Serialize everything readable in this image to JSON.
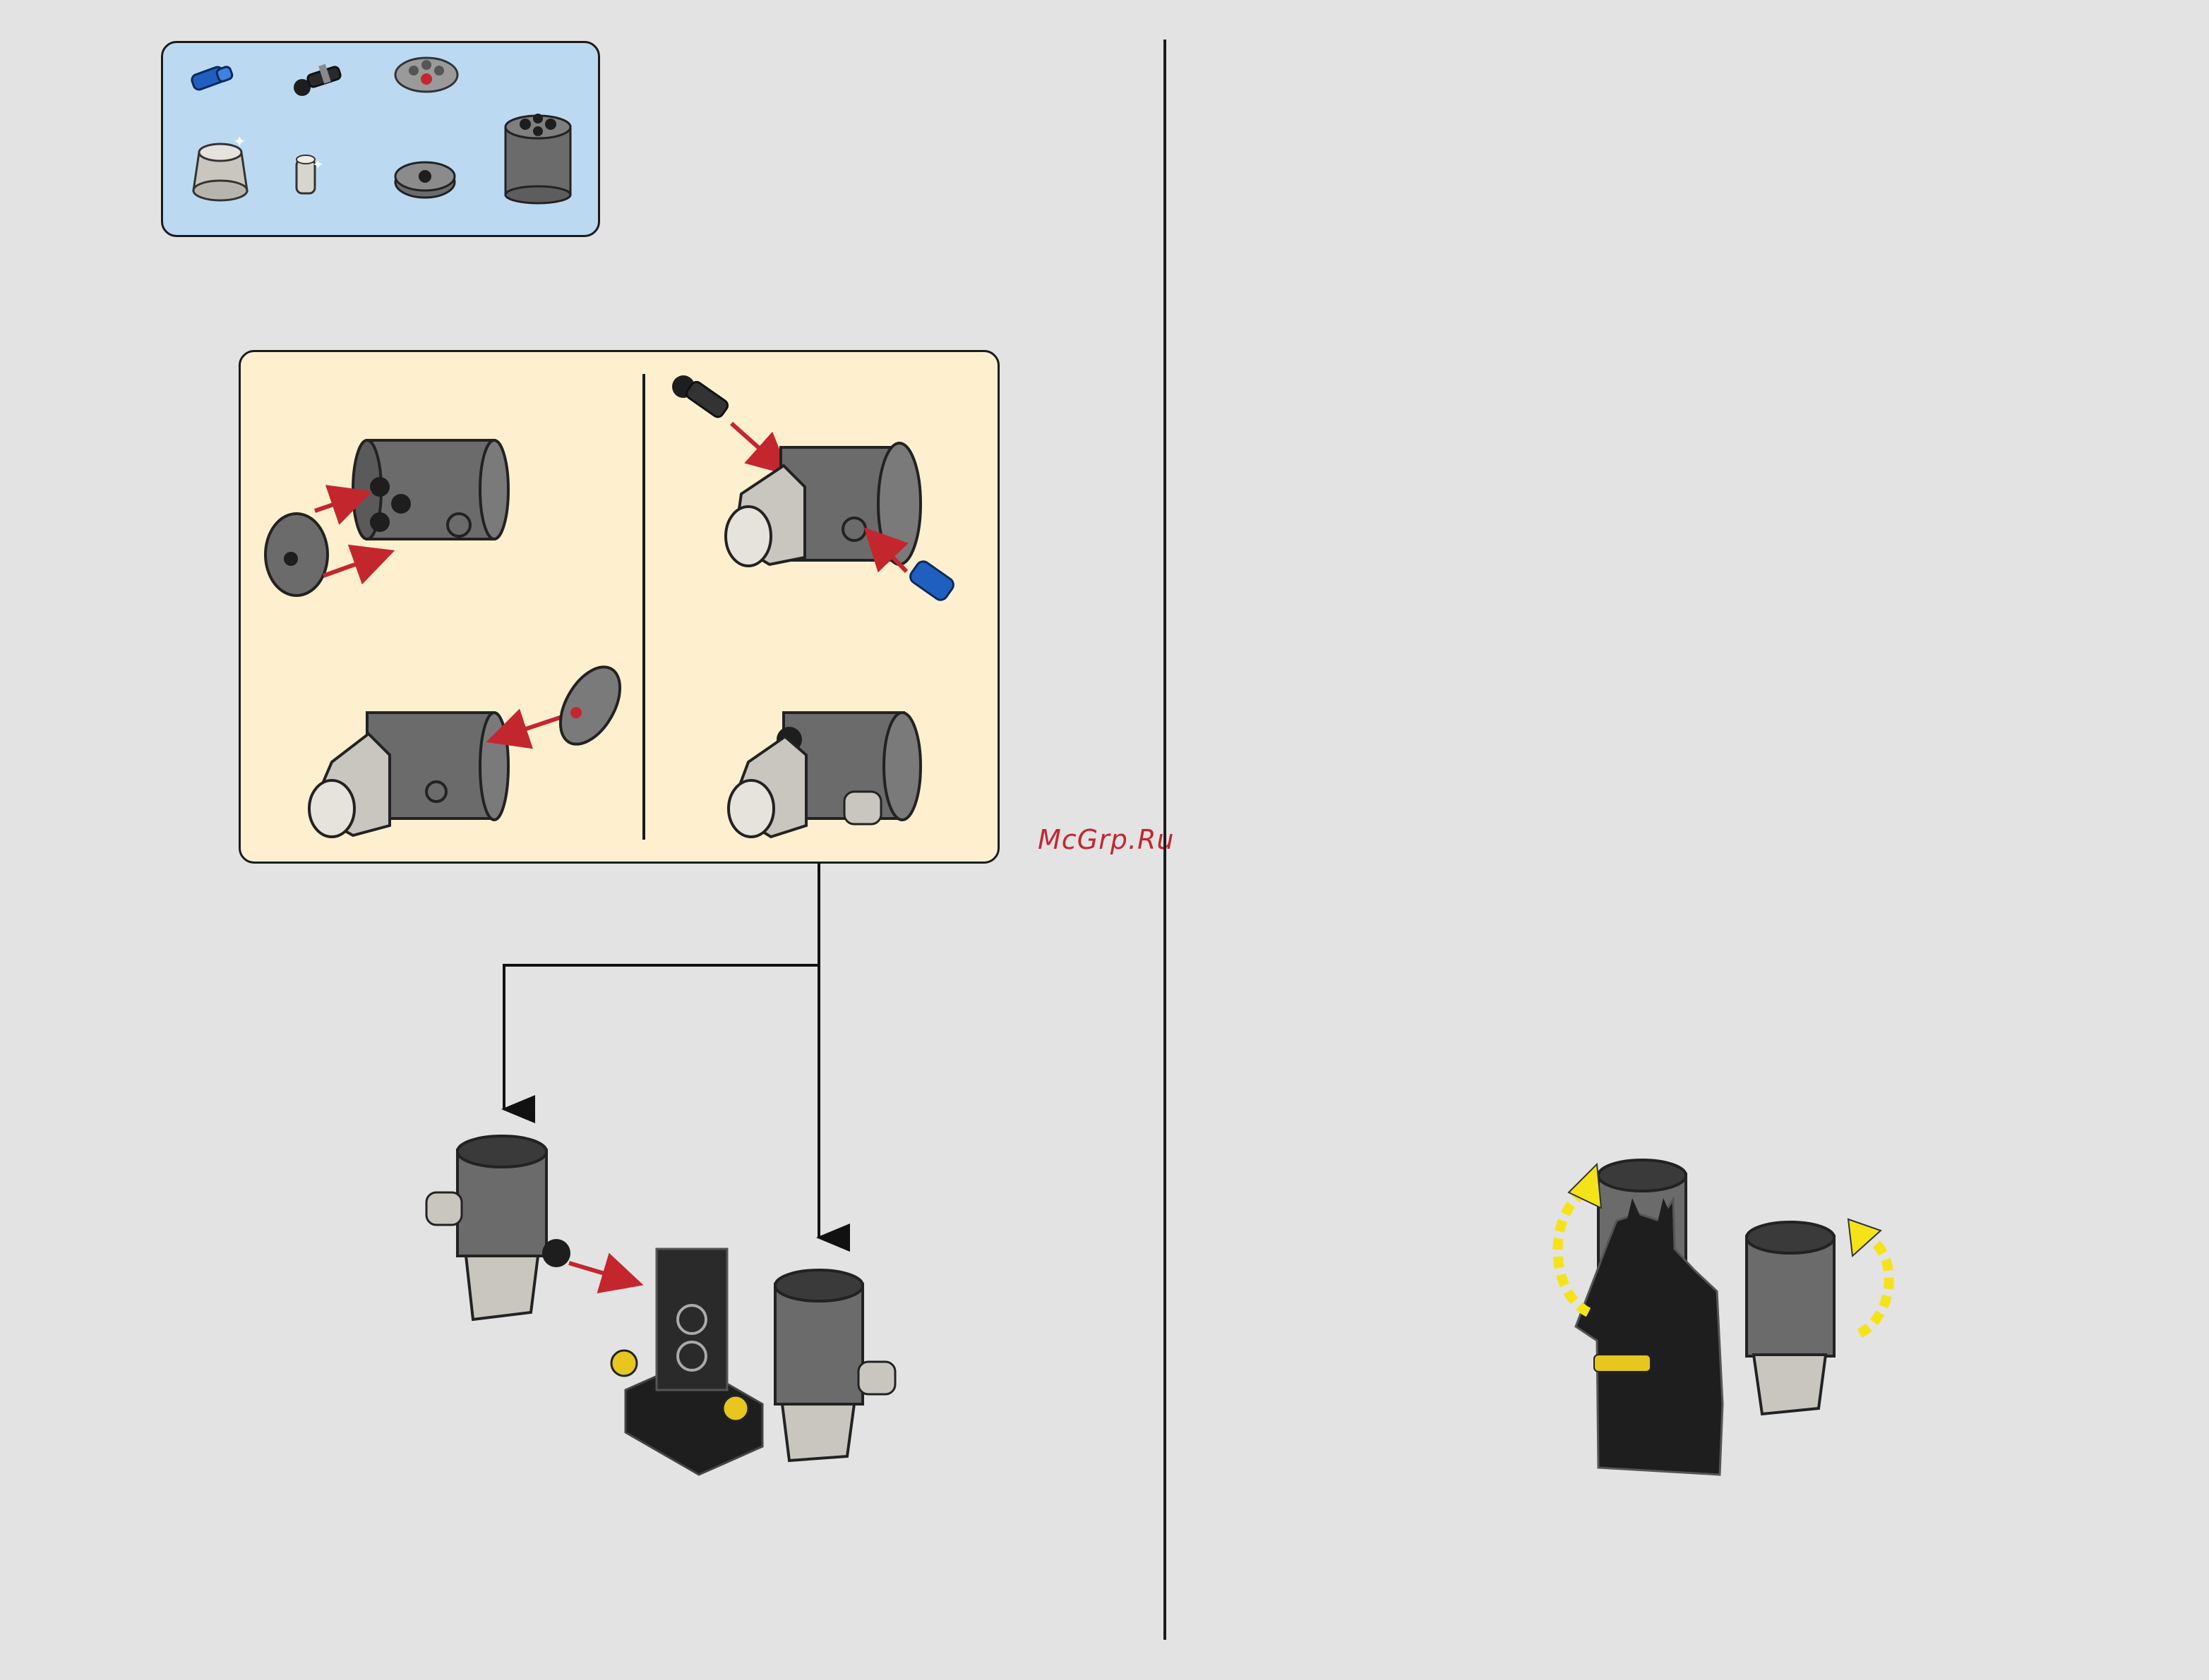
{
  "watermark": {
    "text": "McGrp.Ru"
  },
  "colors": {
    "page_background": "#e3e3e3",
    "parts_panel": "#bcd9f2",
    "sub_assembly_panel": "#fef0cf",
    "arrow_red": "#c4262e",
    "rotate_arrow_yellow": "#f5e31a",
    "brick_dark_gray": "#6b6b6b",
    "brick_light_gray": "#c9c6bf",
    "brick_blue": "#1f5fbf",
    "minifig_black": "#1e1e1e",
    "trim_yellow": "#e6c61f"
  },
  "parts_list": {
    "items": [
      {
        "icon": "blue-pin-icon"
      },
      {
        "icon": "black-ball-joint-icon"
      },
      {
        "icon": "gray-round-plate-icon"
      },
      {
        "icon": "engine-cone-icon"
      },
      {
        "icon": "small-light-bar-icon"
      },
      {
        "icon": "round-tile-icon"
      },
      {
        "icon": "cylinder-brick-icon"
      }
    ]
  },
  "sub_assembly": {
    "steps": [
      {
        "icon": "attach-round-tile-step-icon"
      },
      {
        "icon": "attach-ball-and-pin-step-icon"
      },
      {
        "icon": "attach-round-plate-step-icon"
      },
      {
        "icon": "finished-booster-step-icon"
      }
    ]
  },
  "main_step": {
    "icon": "jetpack-assembly-icon",
    "arrows": {
      "count": 2,
      "target": "jetpack-base"
    }
  },
  "result": {
    "icon": "minifig-with-jetpack-icon",
    "rotate_arrows": 2
  }
}
